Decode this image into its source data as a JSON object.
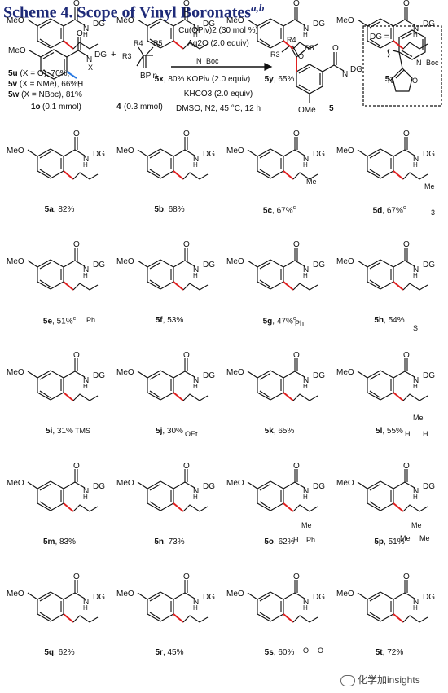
{
  "title": {
    "main": "Scheme 4. Scope of Vinyl Boronates",
    "sup": "a,b"
  },
  "header": {
    "substrate_label": "1o",
    "substrate_amount": "(0.1 mmol)",
    "boronate_label": "4",
    "boronate_amount": "(0.3 mmol)",
    "plus": "+",
    "conditions": [
      "Cu(OPiv)2 (30 mol %)",
      "Ag2O (2.0 equiv)",
      "KOPiv (2.0 equiv)",
      "KHCO3 (2.0 equiv)",
      "DMSO, N2, 45 °C, 12 h"
    ],
    "product_label": "5",
    "dg_label": "DG =",
    "atom_labels": {
      "meo": "MeO",
      "nh": "N",
      "h": "H",
      "dg": "DG",
      "o": "O",
      "r3": "R3",
      "r4": "R4",
      "r5": "R5",
      "bpin": "BPin",
      "ome": "OMe",
      "n": "N"
    }
  },
  "common": {
    "meo": "MeO",
    "o": "O",
    "n": "N",
    "h": "H",
    "dg": "DG"
  },
  "products": [
    {
      "id": "5a",
      "yield": ", 82%",
      "subs": []
    },
    {
      "id": "5b",
      "yield": ", 68%",
      "subs": []
    },
    {
      "id": "5c",
      "yield": ", 67%",
      "sup": "c",
      "subs": [
        "Me"
      ]
    },
    {
      "id": "5d",
      "yield": ", 67%",
      "sup": "c",
      "subs": [
        "Me",
        "3"
      ]
    },
    {
      "id": "5e",
      "yield": ", 51%",
      "sup": "c",
      "subs": [
        "Ph"
      ]
    },
    {
      "id": "5f",
      "yield": ", 53%",
      "subs": []
    },
    {
      "id": "5g",
      "yield": ", 47%",
      "sup": "c",
      "subs": [
        "Ph"
      ]
    },
    {
      "id": "5h",
      "yield": ", 54%",
      "subs": [
        "S"
      ]
    },
    {
      "id": "5i",
      "yield": ", 31%",
      "subs": [
        "TMS"
      ]
    },
    {
      "id": "5j",
      "yield": ", 30%",
      "subs": [
        "OEt"
      ]
    },
    {
      "id": "5k",
      "yield": ", 65%",
      "subs": []
    },
    {
      "id": "5l",
      "yield": ", 55%",
      "subs": [
        "Me",
        "H",
        "H"
      ]
    },
    {
      "id": "5m",
      "yield": ", 83%",
      "subs": []
    },
    {
      "id": "5n",
      "yield": ", 73%",
      "subs": []
    },
    {
      "id": "5o",
      "yield": ", 62%",
      "subs": [
        "Me",
        "H",
        "Ph"
      ]
    },
    {
      "id": "5p",
      "yield": ", 51%",
      "subs": [
        "Me",
        "Me",
        "Me"
      ]
    },
    {
      "id": "5q",
      "yield": ", 62%",
      "subs": []
    },
    {
      "id": "5r",
      "yield": ", 45%",
      "subs": []
    },
    {
      "id": "5s",
      "yield": ", 60%",
      "subs": [
        "O",
        "O"
      ]
    },
    {
      "id": "5t",
      "yield": ", 72%",
      "subs": []
    },
    {
      "id": "5u",
      "yield": "",
      "subs": [
        "X"
      ],
      "lines": [
        {
          "id": "5u",
          "text": " (X = O), 70%;"
        },
        {
          "id": "5v",
          "text": " (X = NMe), 66%;"
        },
        {
          "id": "5w",
          "text": " (X = NBoc), 81%"
        }
      ]
    },
    {
      "id": "5x",
      "yield": ", 80%",
      "subs": [
        "N",
        "Boc"
      ]
    },
    {
      "id": "5y",
      "yield": ", 65%",
      "subs": [
        "O"
      ]
    },
    {
      "id": "5z",
      "yield": "",
      "subs": [
        "N",
        "Boc"
      ]
    }
  ],
  "watermark": "化学加insights"
}
